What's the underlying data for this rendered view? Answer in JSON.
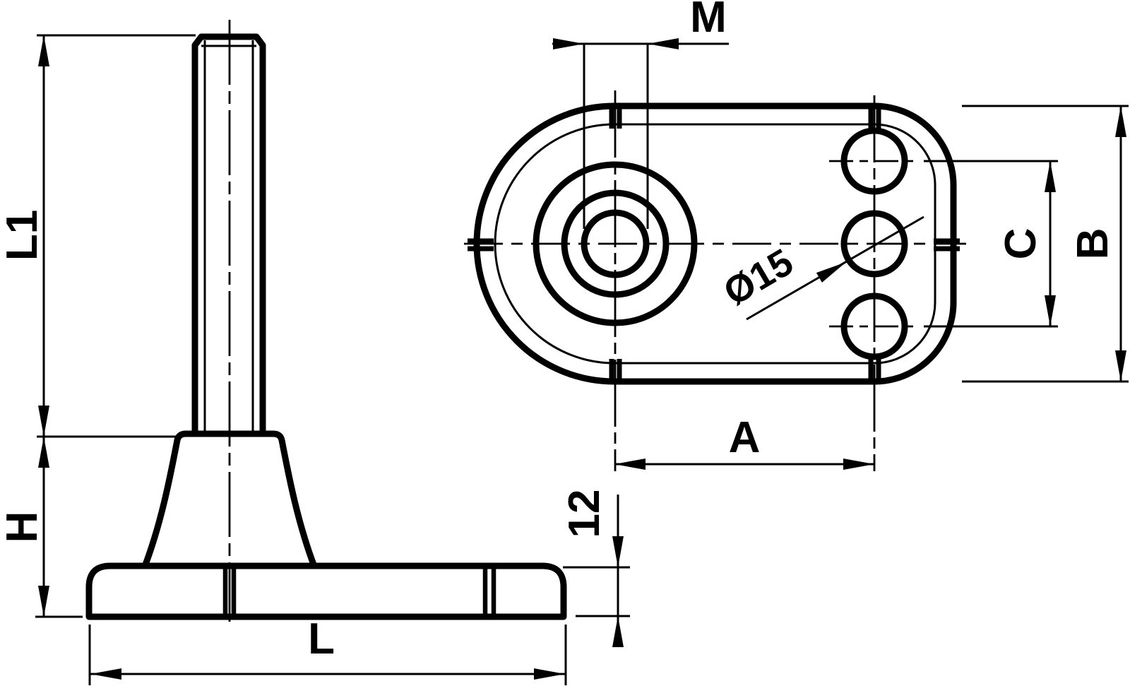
{
  "colors": {
    "ink": "#000000",
    "background": "#ffffff"
  },
  "dimensions": {
    "l1": "L1",
    "h": "H",
    "l": "L",
    "m": "M",
    "a": "A",
    "b": "B",
    "c": "C",
    "hole_diameter": "Ø15",
    "base_thickness": "12"
  }
}
